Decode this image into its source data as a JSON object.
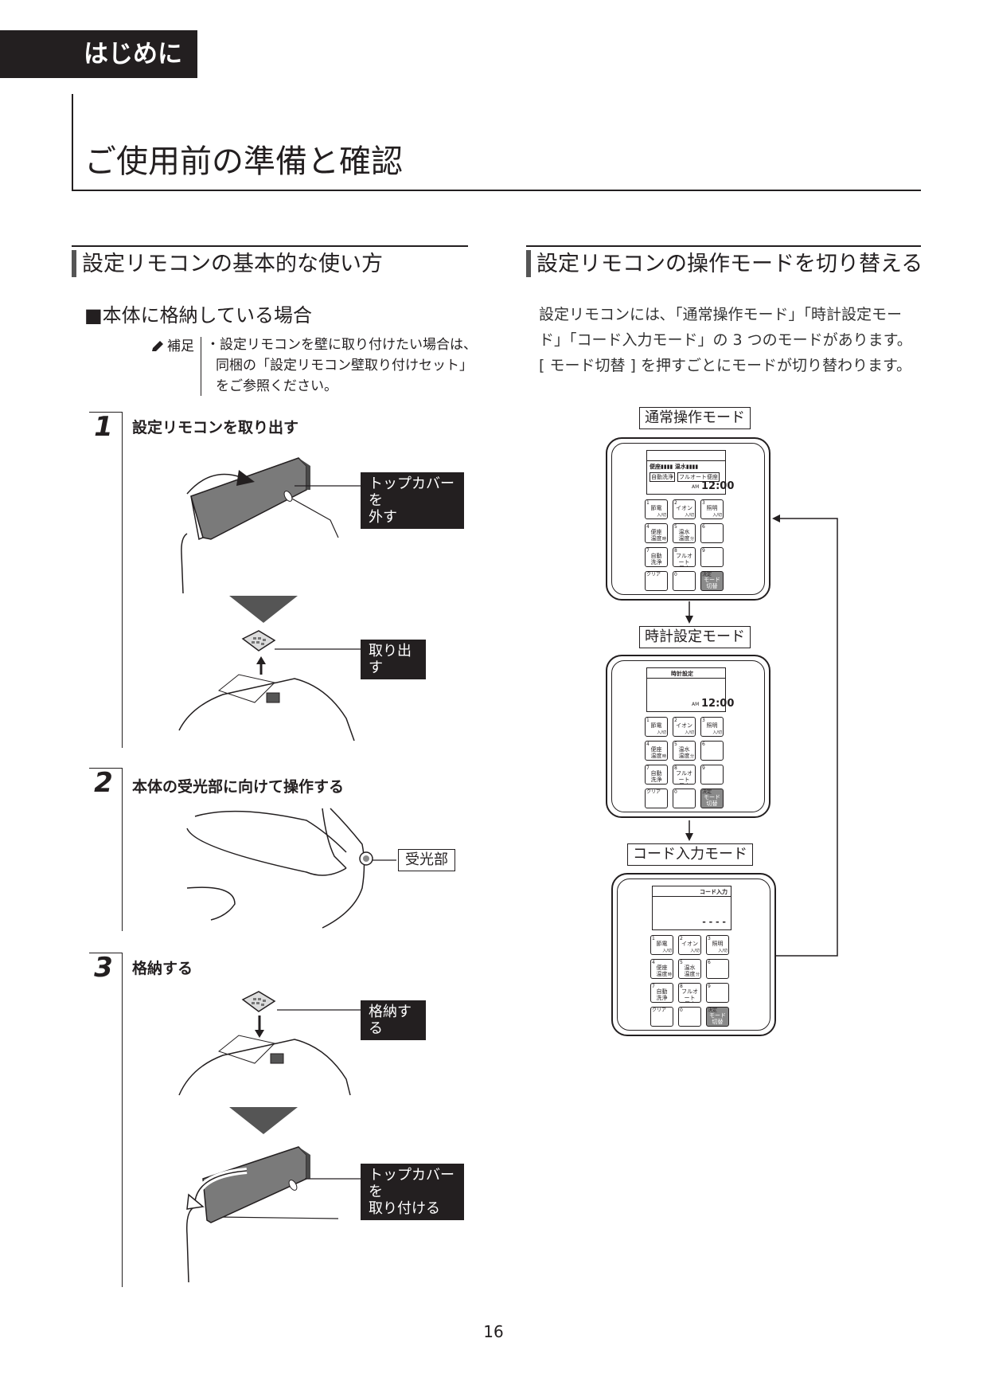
{
  "section_tab": "はじめに",
  "page_title": "ご使用前の準備と確認",
  "left": {
    "heading": "設定リモコンの基本的な使い方",
    "subheading": "■本体に格納している場合",
    "note_label": "補足",
    "note_lines": [
      "・設定リモコンを壁に取り付けたい場合は、",
      "同梱の「設定リモコン壁取り付けセット」",
      "をご参照ください。"
    ],
    "steps": [
      {
        "num": "1",
        "title": "設定リモコンを取り出す",
        "callouts": [
          "トップカバーを\n外す",
          "取り出す"
        ]
      },
      {
        "num": "2",
        "title": "本体の受光部に向けて操作する",
        "callouts": [
          "受光部"
        ]
      },
      {
        "num": "3",
        "title": "格納する",
        "callouts": [
          "格納する",
          "トップカバーを\n取り付ける"
        ]
      }
    ]
  },
  "right": {
    "heading": "設定リモコンの操作モードを切り替える",
    "body_lines": [
      "設定リモコンには､「通常操作モード」「時計設定モー",
      "ド」「コード入力モード」の 3 つのモードがあります。",
      "[ モード切替 ] を押すごとにモードが切り替わります。"
    ],
    "modes": [
      "通常操作モード",
      "時計設定モード",
      "コード入力モード"
    ],
    "lcd": {
      "normal_row1": "便座▮▮▮▮ 温水▮▮▮▮",
      "normal_row2a": "自動洗浄",
      "normal_row2b": "フルオート便座",
      "am": "AM",
      "time": "12:00",
      "clock_label": "時計設定",
      "code_label": "コード入力",
      "code_value": "- - - -"
    },
    "keys": [
      {
        "num": "1",
        "main": "節電",
        "sub": "入/切"
      },
      {
        "num": "2",
        "main": "イオン",
        "sub": "入/切"
      },
      {
        "num": "3",
        "main": "照明",
        "sub": "入/切"
      },
      {
        "num": "4",
        "main": "便座\n温度",
        "sub": "時"
      },
      {
        "num": "5",
        "main": "温水\n温度",
        "sub": "分"
      },
      {
        "num": "6",
        "main": "",
        "sub": ""
      },
      {
        "num": "7",
        "main": "自動\n洗浄",
        "sub": ""
      },
      {
        "num": "8",
        "main": "フルオート\n便座",
        "sub": ""
      },
      {
        "num": "9",
        "main": "",
        "sub": ""
      },
      {
        "num": "クリア",
        "main": "",
        "sub": ""
      },
      {
        "num": "0",
        "main": "",
        "sub": ""
      },
      {
        "num": "決定",
        "main": "モード\n切替",
        "sub": ""
      }
    ]
  },
  "page_number": "16"
}
